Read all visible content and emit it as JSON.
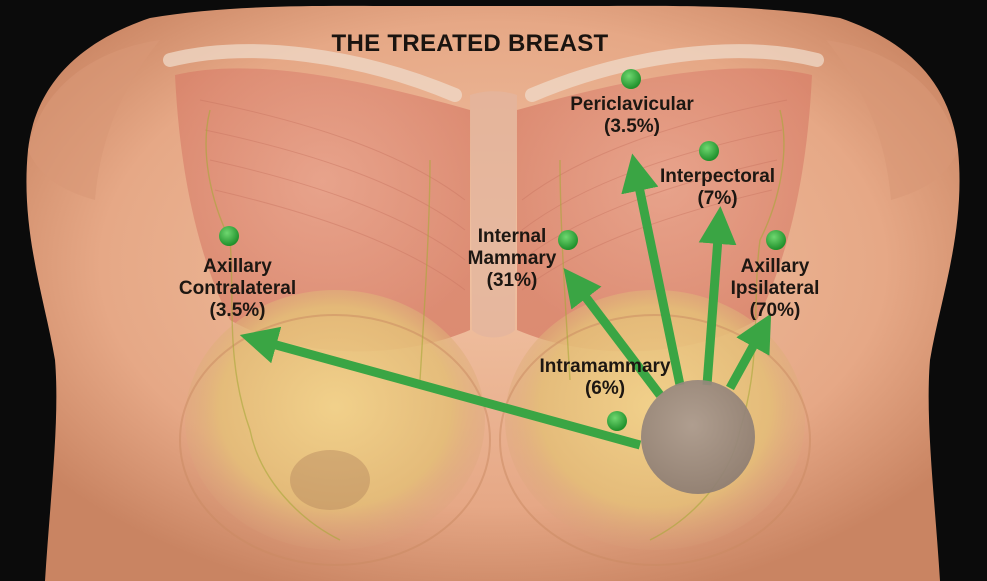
{
  "title": "THE TREATED BREAST",
  "sites": [
    {
      "key": "periclavicular",
      "name": "Periclavicular",
      "pct": "(3.5%)"
    },
    {
      "key": "interpectoral",
      "name": "Interpectoral",
      "pct": "(7%)"
    },
    {
      "key": "internal-mammary",
      "name1": "Internal",
      "name2": "Mammary",
      "pct": "(31%)"
    },
    {
      "key": "axillary-ipsilateral",
      "name1": "Axillary",
      "name2": "Ipsilateral",
      "pct": "(70%)"
    },
    {
      "key": "axillary-contralateral",
      "name1": "Axillary",
      "name2": "Contralateral",
      "pct": "(3.5%)"
    },
    {
      "key": "intramammary",
      "name": "Intramammary",
      "pct": "(6%)"
    }
  ],
  "colors": {
    "background": "#0b0b0b",
    "skin": "#e9b08f",
    "muscle": "#d98a70",
    "fat": "#e8c67c",
    "node": "#2eaa3a",
    "arrow": "#3aa544",
    "tumor": "#9a8a80"
  }
}
